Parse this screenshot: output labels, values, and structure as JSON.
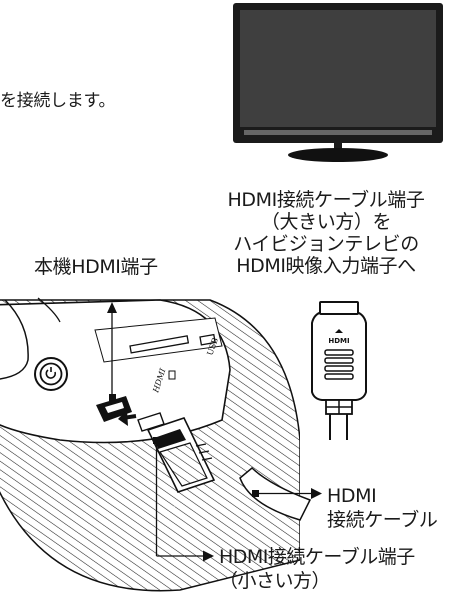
{
  "intro_partial_text": "を接続します。",
  "tv_caption": {
    "line1": "HDMI接続ケーブル端子",
    "line2": "（大きい方）を",
    "line3": "ハイビジョンテレビの",
    "line4": "HDMI映像入力端子へ"
  },
  "port_label": "本機HDMI端子",
  "cable_label": {
    "line1": "HDMI",
    "line2": "接続ケーブル"
  },
  "small_end_label": {
    "line1": "HDMI接続ケーブル端子",
    "line2": "（小さい方）"
  },
  "device_port_labels": {
    "hdmi": "HDMI",
    "usb": "USB"
  },
  "connector_logo_text": "HDMI"
}
